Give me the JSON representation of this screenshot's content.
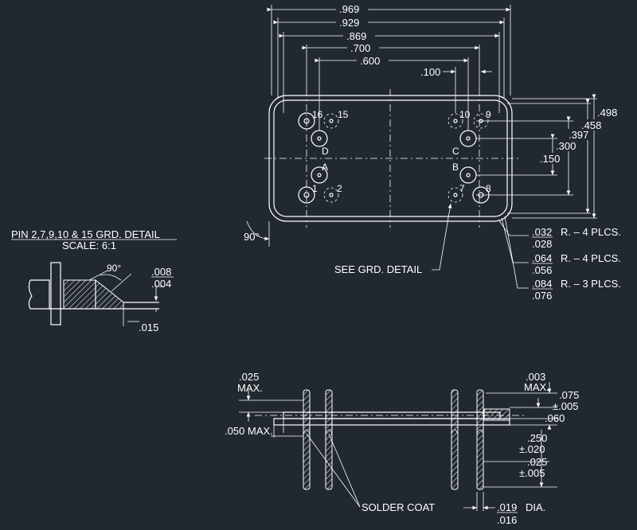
{
  "title_detail": "PIN 2,7,9,10 & 15 GRD. DETAIL",
  "scale_label": "SCALE:  6:1",
  "dims_top": {
    "d969": ".969",
    "d929": ".929",
    "d869": ".869",
    "d700": ".700",
    "d600": ".600",
    "d100": ".100"
  },
  "dims_right": {
    "d498": ".498",
    "d458": ".458",
    "d397": ".397",
    "d300": ".300",
    "d150": ".150"
  },
  "pin_labels": {
    "p16": "16",
    "p15": "15",
    "p10": "10",
    "p9": "9",
    "p1": "1",
    "p2": "2",
    "p7": "7",
    "p8": "8",
    "D": "D",
    "C": "C",
    "A": "A",
    "B": "B"
  },
  "angle_90": "90°",
  "see_grd_detail": "SEE GRD. DETAIL",
  "radii": [
    {
      "upper": ".032",
      "lower": ".028",
      "text": "R. – 4 PLCS."
    },
    {
      "upper": ".064",
      "lower": ".056",
      "text": "R. – 4 PLCS."
    },
    {
      "upper": ".084",
      "lower": ".076",
      "text": "R. – 3 PLCS."
    }
  ],
  "detail_dims": {
    "d008": ".008",
    "d004": ".004",
    "d015": ".015",
    "angle": "90°"
  },
  "side_view": {
    "d025": ".025",
    "max": "MAX.",
    "d050max": ".050  MAX.",
    "d003": ".003",
    "max2": "MAX.",
    "d075": ".075",
    "pm005a": "±.005",
    "d060": ".060",
    "d250": ".250",
    "pm020": "±.020",
    "d025b": ".025",
    "pm005b": "±.005",
    "solder_coat": "SOLDER COAT",
    "d019": ".019",
    "dia": "DIA.",
    "d016": ".016"
  }
}
